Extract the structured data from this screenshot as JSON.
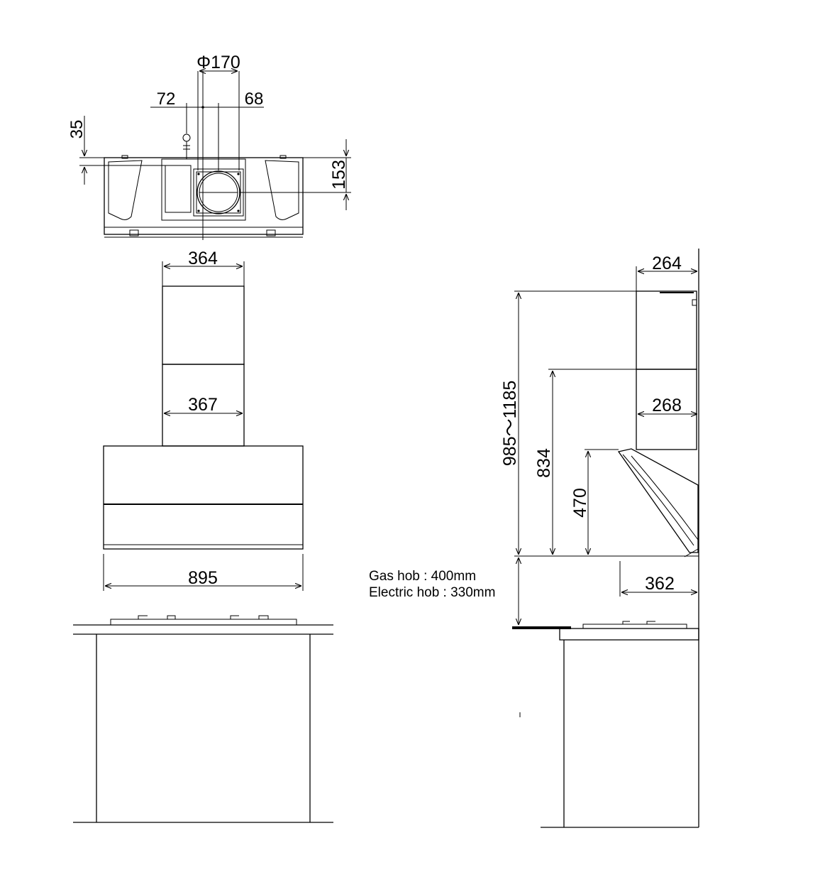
{
  "top_view": {
    "dim_diameter": "Φ170",
    "dim_left_offset": "72",
    "dim_right_offset": "68",
    "dim_height_small": "35",
    "dim_depth": "153"
  },
  "front_view": {
    "dim_chimney_top_width": "364",
    "dim_chimney_bottom_width": "367",
    "dim_hood_width": "895"
  },
  "side_view": {
    "dim_top_depth": "264",
    "dim_mid_depth": "268",
    "dim_total_height": "985～1185",
    "dim_chimney_height": "834",
    "dim_hood_height": "470",
    "dim_hood_depth": "362"
  },
  "notes": {
    "gas_hob": "Gas hob : 400mm",
    "electric_hob": "Electric hob : 330mm"
  }
}
